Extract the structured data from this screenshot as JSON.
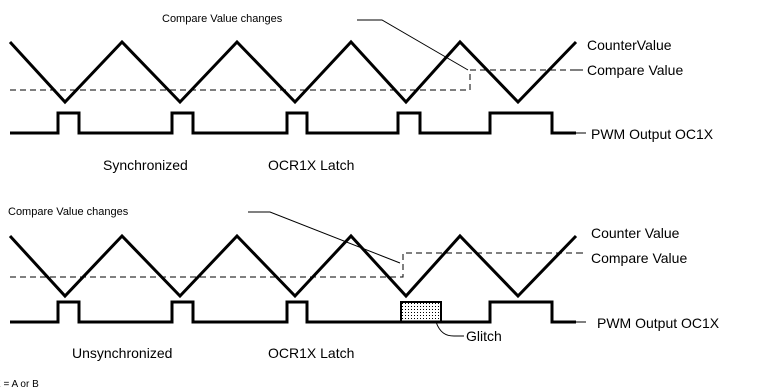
{
  "top": {
    "annotation": "Compare Value changes",
    "counter_label": "CounterValue",
    "compare_label": "Compare Value",
    "pwm_label": "PWM  Output OC1X",
    "mode_label": "Synchronized",
    "latch_label": "OCR1X  Latch"
  },
  "bottom": {
    "annotation": "Compare Value changes",
    "counter_label": "Counter  Value",
    "compare_label": "Compare Value",
    "pwm_label": "PWM  Output OC1X",
    "mode_label": "Unsynchronized",
    "latch_label": "OCR1X  Latch",
    "glitch_label": "Glitch"
  },
  "footnote": "X = A or B"
}
